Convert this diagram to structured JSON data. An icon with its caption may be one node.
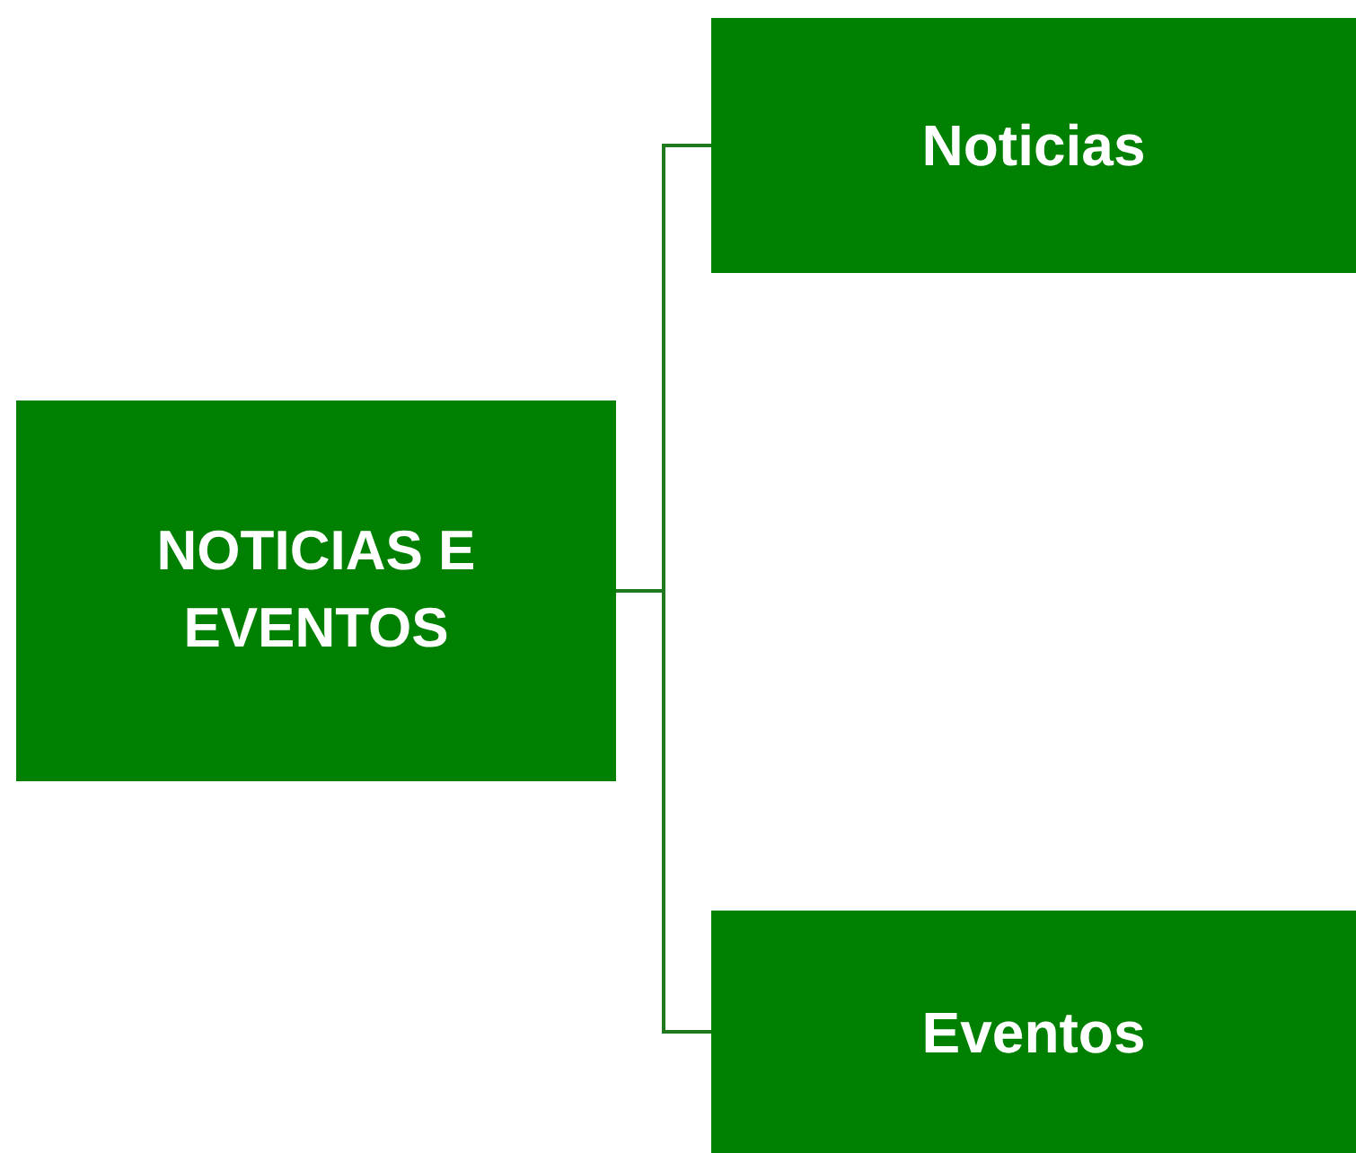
{
  "diagram": {
    "nodes": [
      {
        "text": [
          "NOTICIAS E EVENTOS"
        ]
      },
      {
        "text": [
          "Noticias"
        ]
      },
      {
        "text": [
          "Eventos"
        ]
      }
    ],
    "edges": [
      {
        "from": 0,
        "to": 1,
        "arrow": "none"
      },
      {
        "from": 0,
        "to": 2,
        "arrow": "none"
      }
    ]
  }
}
